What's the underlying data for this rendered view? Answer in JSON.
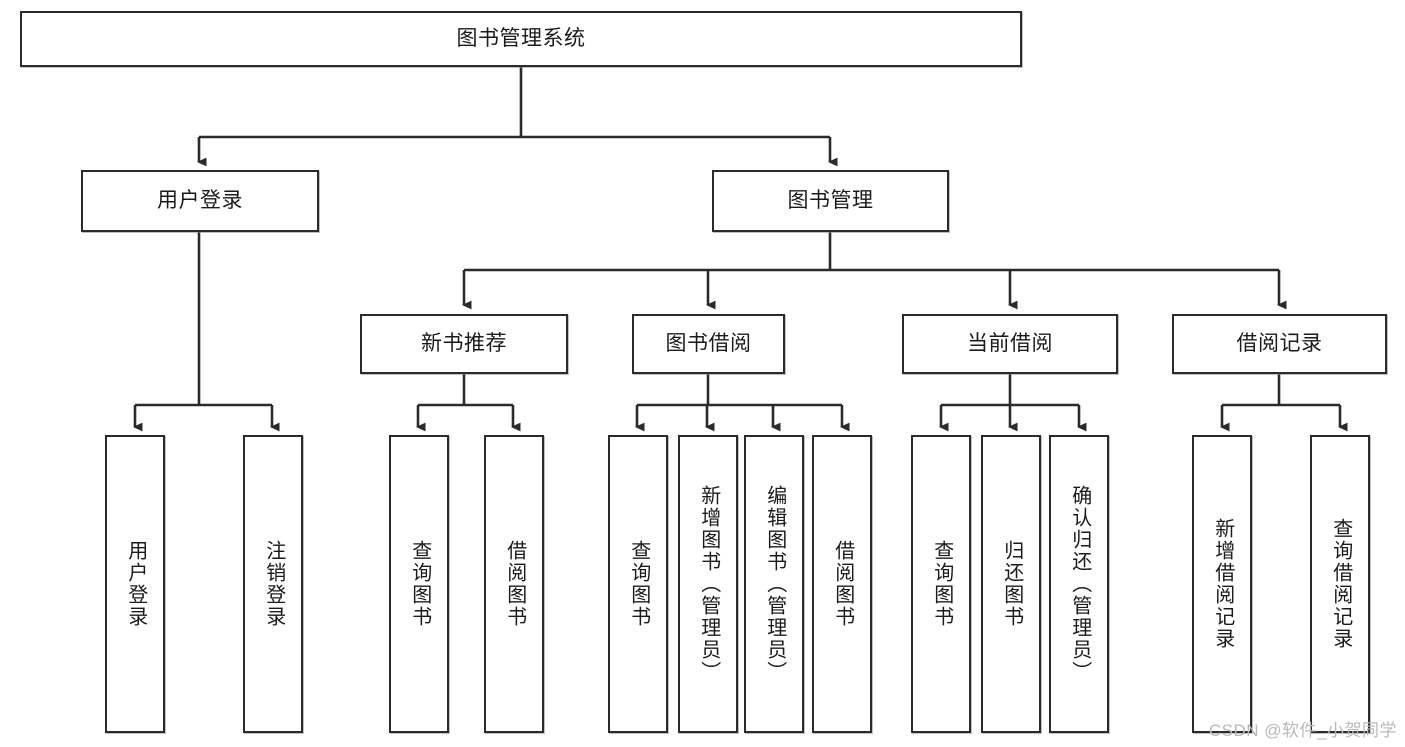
{
  "diagram": {
    "type": "tree-hierarchy-chart",
    "title": "图书管理系统",
    "watermark": "CSDN @软件_小贺同学",
    "colors": {
      "box_border": "#2b2b2b",
      "box_fill": "#ffffff",
      "connector": "#2b2b2b",
      "text": "#1b1b1b",
      "watermark": "#b9b9b9"
    },
    "nodes": {
      "root": {
        "label": "图书管理系统"
      },
      "level2": [
        {
          "label": "用户登录"
        },
        {
          "label": "图书管理"
        }
      ],
      "level3": [
        {
          "label": "新书推荐"
        },
        {
          "label": "图书借阅"
        },
        {
          "label": "当前借阅"
        },
        {
          "label": "借阅记录"
        }
      ],
      "leaves": {
        "user_login": [
          {
            "label": "用户登录"
          },
          {
            "label": "注销登录"
          }
        ],
        "new_book_recommend": [
          {
            "label": "查询图书"
          },
          {
            "label": "借阅图书"
          }
        ],
        "book_borrow": [
          {
            "label": "查询图书"
          },
          {
            "label": "新增图书（管理员）"
          },
          {
            "label": "编辑图书（管理员）"
          },
          {
            "label": "借阅图书"
          }
        ],
        "current_borrow": [
          {
            "label": "查询图书"
          },
          {
            "label": "归还图书"
          },
          {
            "label": "确认归还（管理员）"
          }
        ],
        "borrow_record": [
          {
            "label": "新增借阅记录"
          },
          {
            "label": "查询借阅记录"
          }
        ]
      }
    }
  }
}
